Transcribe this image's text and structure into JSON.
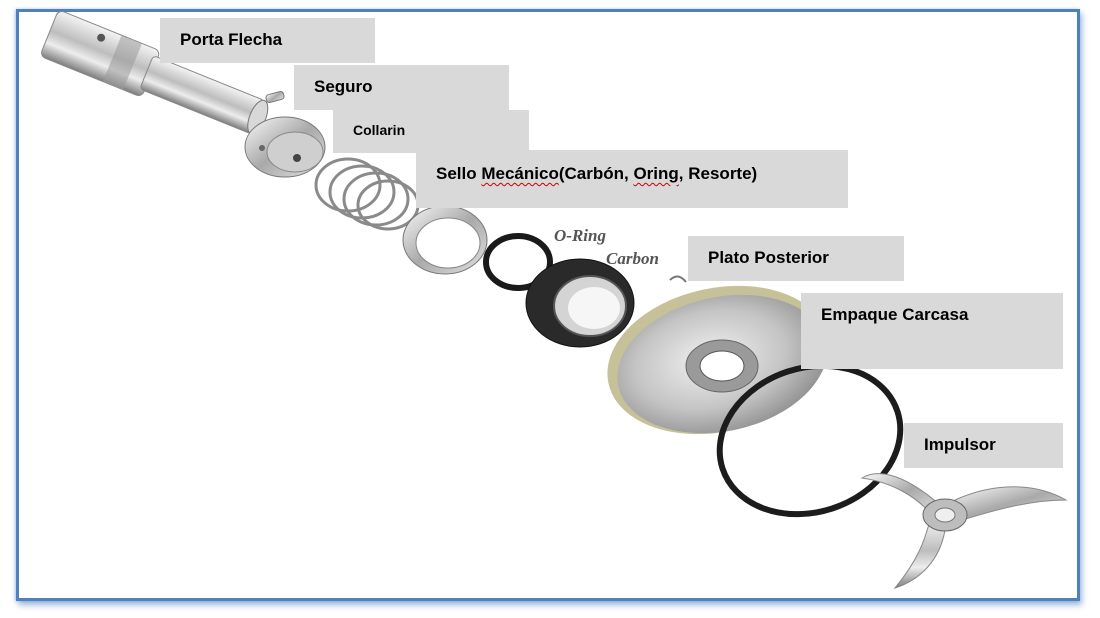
{
  "labels": {
    "porta_flecha": "Porta Flecha",
    "seguro": "Seguro",
    "collarin": "Collarin",
    "sello_prefix": "Sello ",
    "sello_word": "Mecánico",
    "sello_mid1": "(Carbón, ",
    "sello_oring": "Oring",
    "sello_mid2": ", Resorte)",
    "plato_posterior": "Plato Posterior",
    "empaque_carcasa": "Empaque Carcasa",
    "impulsor": "Impulsor"
  },
  "printed_text": {
    "o_ring": "O-Ring",
    "carbon": "Carbon"
  },
  "colors": {
    "frame_border": "#4f81bd",
    "label_bg": "#d9d9d9",
    "metal_light": "#e6e6e6",
    "metal_dark": "#7a7a7a",
    "rubber": "#1a1a1a",
    "gasket_rim": "#8a8a5a"
  }
}
